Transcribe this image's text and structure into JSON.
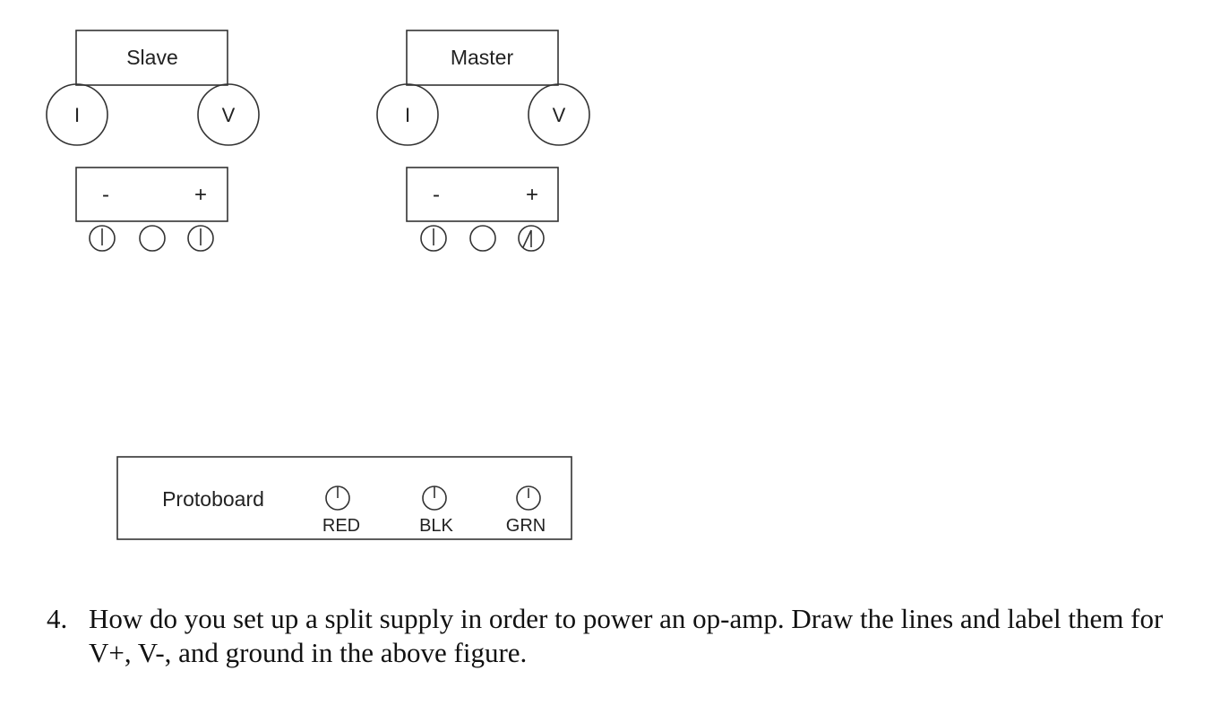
{
  "slave": {
    "title": "Slave",
    "knob_current": "I",
    "knob_voltage": "V",
    "terminal_minus": "-",
    "terminal_plus": "+"
  },
  "master": {
    "title": "Master",
    "knob_current": "I",
    "knob_voltage": "V",
    "terminal_minus": "-",
    "terminal_plus": "+"
  },
  "protoboard": {
    "title": "Protoboard",
    "jacks": [
      "RED",
      "BLK",
      "GRN"
    ]
  },
  "question": {
    "number": "4.",
    "text": "How do you set up a split supply in order to power an op-amp. Draw the lines and label them for V+, V-, and ground in the above figure."
  }
}
